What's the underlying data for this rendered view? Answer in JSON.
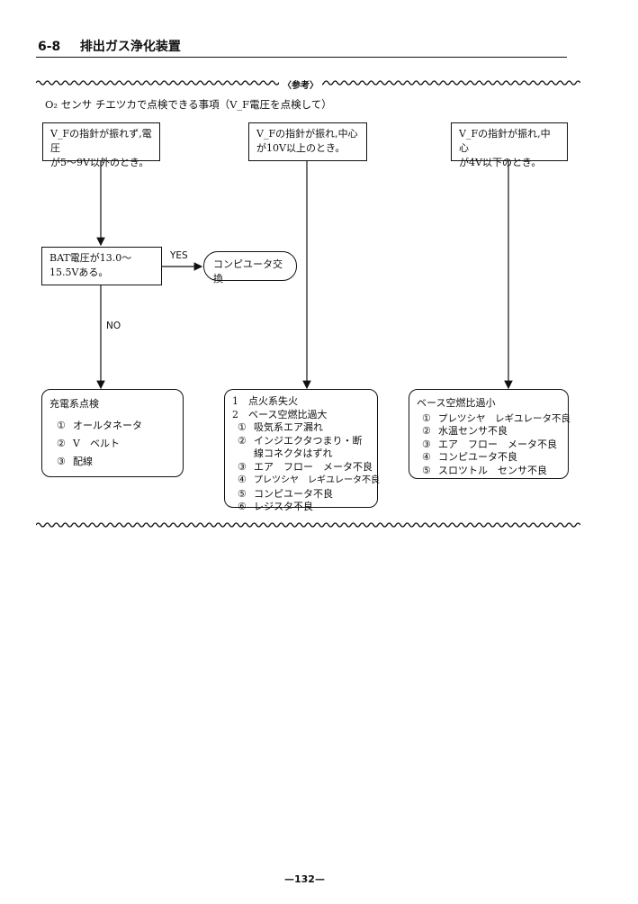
{
  "header": {
    "section": "6-8",
    "title": "排出ガス浄化装置"
  },
  "reference_label": "〈参考〉",
  "subtitle": "O₂ センサ チエツカで点検できる事項（V_F電圧を点検して）",
  "boxes": {
    "cond1": [
      "V_Fの指針が振れず,電圧",
      "が5～9V以外のとき。"
    ],
    "cond2": [
      "V_Fの指針が振れ,中心",
      "が10V以上のとき。"
    ],
    "cond3": [
      "V_Fの指針が振れ,中心",
      "が4V以下のとき。"
    ],
    "bat": [
      "BAT電圧が13.0～",
      "15.5Vある。"
    ],
    "replace": "コンピユータ交換",
    "charge": {
      "title": "充電系点検",
      "items": [
        {
          "n": "①",
          "t": "オールタネータ"
        },
        {
          "n": "②",
          "t": "V　ベルト"
        },
        {
          "n": "③",
          "t": "配線"
        }
      ]
    },
    "rich": {
      "items_top": [
        {
          "n": "1",
          "t": "点火系失火"
        },
        {
          "n": "2",
          "t": "ベース空燃比過大"
        }
      ],
      "items": [
        {
          "n": "①",
          "t": "吸気系エア漏れ"
        },
        {
          "n": "②",
          "t": "インジエクタつまり・断"
        },
        {
          "n": "",
          "t": "線コネクタはずれ"
        },
        {
          "n": "③",
          "t": "エア　フロー　メータ不良"
        },
        {
          "n": "④",
          "t": "プレツシヤ　レギユレータ不良"
        },
        {
          "n": "⑤",
          "t": "コンピユータ不良"
        },
        {
          "n": "⑥",
          "t": "レジスタ不良"
        }
      ]
    },
    "lean": {
      "title": "ベース空燃比過小",
      "items": [
        {
          "n": "①",
          "t": "プレツシヤ　レギユレータ不良"
        },
        {
          "n": "②",
          "t": "水温センサ不良"
        },
        {
          "n": "③",
          "t": "エア　フロー　メータ不良"
        },
        {
          "n": "④",
          "t": "コンピユータ不良"
        },
        {
          "n": "⑤",
          "t": "スロツトル　センサ不良"
        }
      ]
    }
  },
  "labels": {
    "yes": "YES",
    "no": "NO"
  },
  "page_number": "—132—"
}
